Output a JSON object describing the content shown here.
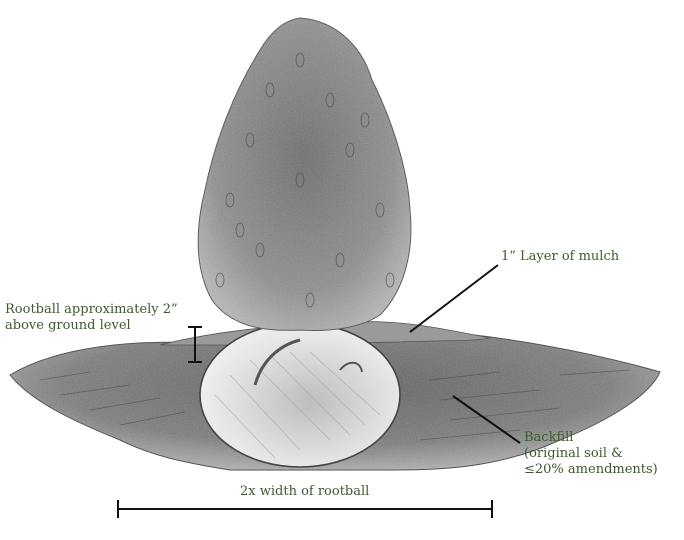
{
  "labels": {
    "mulch": "1” Layer of mulch",
    "rootball_line1": "Rootball approximately 2”",
    "rootball_line2": "above ground level",
    "backfill_line1": "Backfill",
    "backfill_line2": "(original soil &",
    "backfill_line3": "≤20% amendments)",
    "width": "2x width of rootball"
  },
  "colors": {
    "label_text": "#3d5a2a",
    "leader_lines": "#111111",
    "soil": "#6f6f6f",
    "foliage": "#8a8a8a",
    "rootball": "#d9d9d9"
  }
}
